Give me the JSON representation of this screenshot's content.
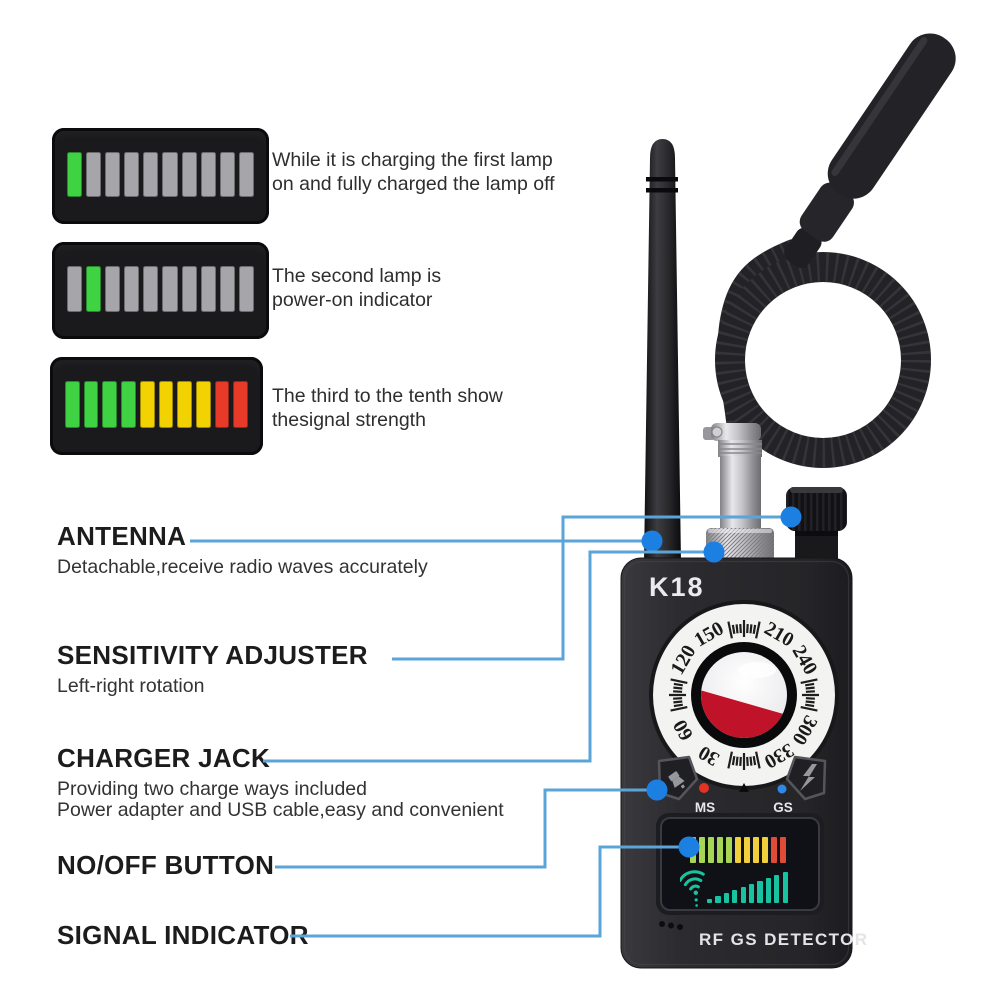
{
  "colors": {
    "background": "#ffffff",
    "callout_line": "#5ba4d8",
    "callout_dot": "#1b80e2",
    "segment_palette": {
      "green": "#3fd243",
      "gray": "#a6a6aa",
      "yellow": "#f2d200",
      "red": "#e73a28"
    },
    "display_palette": {
      "green": "#a6d653",
      "yellow": "#f2d03c",
      "red": "#e04b38"
    },
    "rising_color": "#17c3a1"
  },
  "status_examples": [
    {
      "caption": [
        "While it is charging the first lamp",
        "on and fully charged the lamp off"
      ],
      "segments": [
        "green",
        "gray",
        "gray",
        "gray",
        "gray",
        "gray",
        "gray",
        "gray",
        "gray",
        "gray"
      ]
    },
    {
      "caption": [
        "The second lamp is",
        "power-on indicator"
      ],
      "segments": [
        "gray",
        "green",
        "gray",
        "gray",
        "gray",
        "gray",
        "gray",
        "gray",
        "gray",
        "gray"
      ]
    },
    {
      "caption": [
        "The third to the tenth show",
        "thesignal strength"
      ],
      "segments": [
        "green",
        "green",
        "green",
        "green",
        "yellow",
        "yellow",
        "yellow",
        "yellow",
        "red",
        "red"
      ]
    }
  ],
  "callouts": [
    {
      "title": "ANTENNA",
      "desc": [
        "Detachable,receive radio waves accurately"
      ]
    },
    {
      "title": "SENSITIVITY ADJUSTER",
      "desc": [
        "Left-right rotation"
      ]
    },
    {
      "title": "CHARGER JACK",
      "desc": [
        "Providing two charge ways included",
        "Power adapter and USB cable,easy and convenient"
      ]
    },
    {
      "title": "NO/OFF BUTTON",
      "desc": []
    },
    {
      "title": "SIGNAL INDICATOR",
      "desc": []
    }
  ],
  "device": {
    "model": "K18",
    "ms_label": "MS",
    "gs_label": "GS",
    "brand_text": "RF GS DETECTOR",
    "dial": {
      "numbers": [
        "210",
        "240",
        "300",
        "330",
        "30",
        "60",
        "120",
        "150"
      ],
      "tick_cluster_angles": [
        0,
        90,
        180,
        270
      ]
    },
    "display": {
      "level_bars": [
        "green",
        "green",
        "green",
        "green",
        "green",
        "yellow",
        "yellow",
        "yellow",
        "yellow",
        "red",
        "red"
      ],
      "rising_bar_heights": [
        4,
        7,
        10,
        13,
        16,
        19,
        22,
        25,
        28,
        31
      ]
    }
  }
}
